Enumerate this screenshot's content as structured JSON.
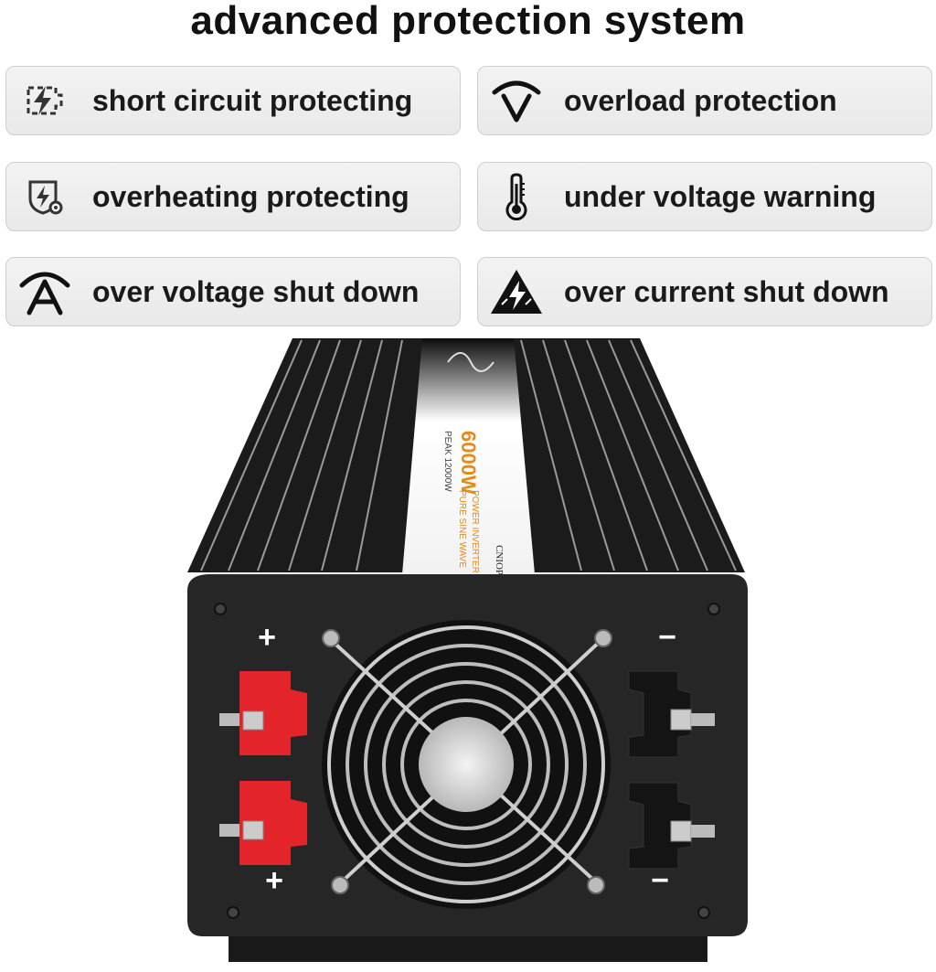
{
  "title": "advanced protection system",
  "features": [
    {
      "label": "short circuit protecting",
      "icon": "battery-bolt-icon"
    },
    {
      "label": "overload protection",
      "icon": "gauge-needle-icon"
    },
    {
      "label": "overheating protecting",
      "icon": "shield-bolt-icon"
    },
    {
      "label": "under voltage warning",
      "icon": "thermometer-icon"
    },
    {
      "label": "over voltage shut down",
      "icon": "arc-a-icon"
    },
    {
      "label": "over current shut down",
      "icon": "warning-bolt-icon"
    }
  ],
  "product": {
    "rating": "6000W",
    "line1": "POWER INVERTER",
    "line2": "PURE SINE WAVE",
    "peak": "PEAK 12000W",
    "brand": "CNIOPEAWER",
    "terminal_plus": "+",
    "terminal_minus": "−"
  },
  "colors": {
    "accent_red": "#e3252b",
    "housing": "#2a2a2a"
  }
}
